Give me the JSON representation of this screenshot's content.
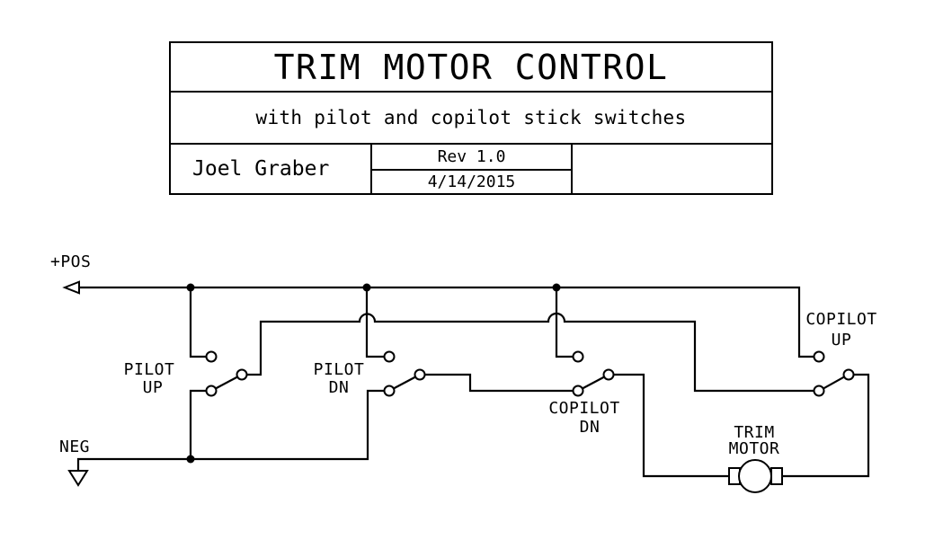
{
  "title_block": {
    "title": "TRIM MOTOR CONTROL",
    "subtitle": "with pilot and copilot stick switches",
    "author": "Joel Graber",
    "revision": "Rev 1.0",
    "date": "4/14/2015"
  },
  "schematic": {
    "pos_rail_label": "+POS",
    "neg_rail_label": "NEG",
    "switches": {
      "pilot_up": {
        "line1": "PILOT",
        "line2": "UP"
      },
      "pilot_dn": {
        "line1": "PILOT",
        "line2": "DN"
      },
      "copilot_dn": {
        "line1": "COPILOT",
        "line2": "DN"
      },
      "copilot_up": {
        "line1": "COPILOT",
        "line2": "UP"
      }
    },
    "motor": {
      "line1": "TRIM",
      "line2": "MOTOR"
    },
    "colors": {
      "line": "#000000",
      "background": "#ffffff"
    }
  }
}
